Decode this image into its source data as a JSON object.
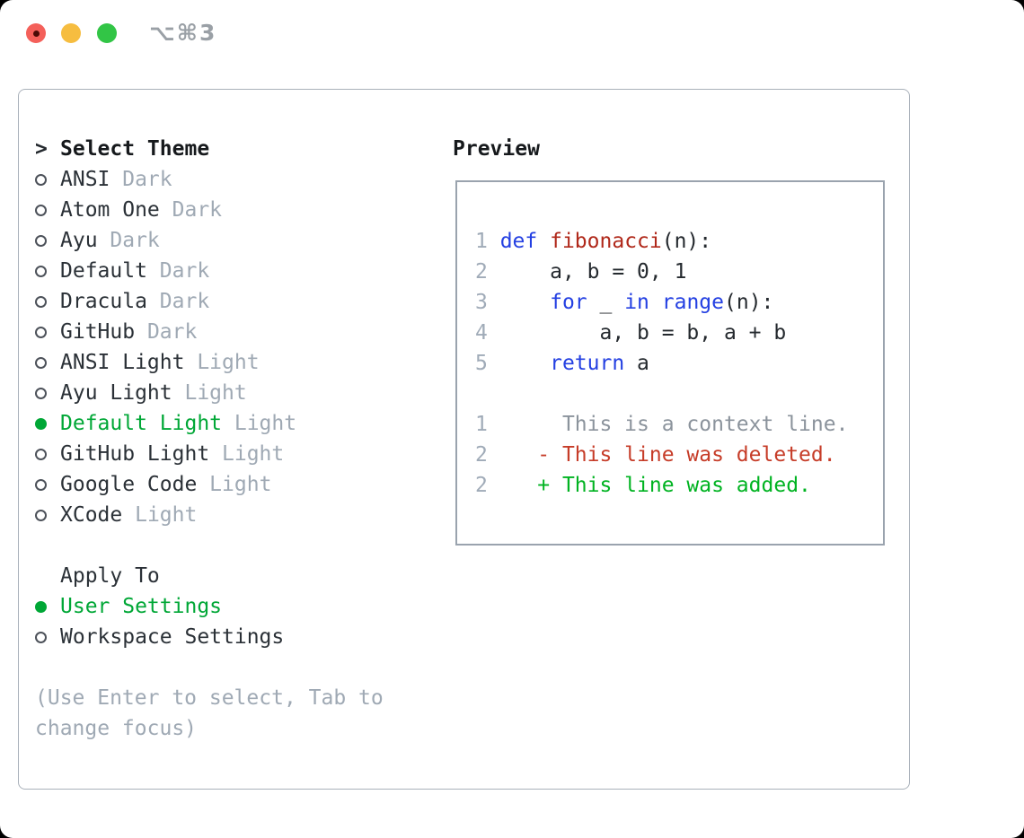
{
  "window": {
    "title": "⌥⌘3"
  },
  "select_theme": {
    "cursor": ">",
    "header": "Select Theme",
    "items": [
      {
        "name": "ANSI",
        "variant": "Dark",
        "selected": false
      },
      {
        "name": "Atom One",
        "variant": "Dark",
        "selected": false
      },
      {
        "name": "Ayu",
        "variant": "Dark",
        "selected": false
      },
      {
        "name": "Default",
        "variant": "Dark",
        "selected": false
      },
      {
        "name": "Dracula",
        "variant": "Dark",
        "selected": false
      },
      {
        "name": "GitHub",
        "variant": "Dark",
        "selected": false
      },
      {
        "name": "ANSI Light",
        "variant": "Light",
        "selected": false
      },
      {
        "name": "Ayu Light",
        "variant": "Light",
        "selected": false
      },
      {
        "name": "Default Light",
        "variant": "Light",
        "selected": true
      },
      {
        "name": "GitHub Light",
        "variant": "Light",
        "selected": false
      },
      {
        "name": "Google Code",
        "variant": "Light",
        "selected": false
      },
      {
        "name": "XCode",
        "variant": "Light",
        "selected": false
      }
    ]
  },
  "apply_to": {
    "header": "Apply To",
    "options": [
      {
        "label": "User Settings",
        "selected": true
      },
      {
        "label": "Workspace Settings",
        "selected": false
      }
    ]
  },
  "hint": "(Use Enter to select, Tab to change focus)",
  "preview": {
    "header": "Preview",
    "lines": [
      [
        {
          "c": "lineno",
          "t": "1 "
        },
        {
          "c": "keyword",
          "t": "def"
        },
        {
          "c": "code",
          "t": " "
        },
        {
          "c": "function",
          "t": "fibonacci"
        },
        {
          "c": "code",
          "t": "(n):"
        }
      ],
      [
        {
          "c": "lineno",
          "t": "2 "
        },
        {
          "c": "code",
          "t": "    a, b = 0, 1"
        }
      ],
      [
        {
          "c": "lineno",
          "t": "3 "
        },
        {
          "c": "code",
          "t": "    "
        },
        {
          "c": "keyword",
          "t": "for"
        },
        {
          "c": "code",
          "t": " _ "
        },
        {
          "c": "keyword",
          "t": "in"
        },
        {
          "c": "code",
          "t": " "
        },
        {
          "c": "keyword",
          "t": "range"
        },
        {
          "c": "code",
          "t": "(n):"
        }
      ],
      [
        {
          "c": "lineno",
          "t": "4 "
        },
        {
          "c": "code",
          "t": "        a, b = b, a + b"
        }
      ],
      [
        {
          "c": "lineno",
          "t": "5 "
        },
        {
          "c": "code",
          "t": "    "
        },
        {
          "c": "keyword",
          "t": "return"
        },
        {
          "c": "code",
          "t": " a"
        }
      ],
      [],
      [
        {
          "c": "lineno",
          "t": "1 "
        },
        {
          "c": "context",
          "t": "     This is a context line."
        }
      ],
      [
        {
          "c": "lineno",
          "t": "2 "
        },
        {
          "c": "code",
          "t": "   "
        },
        {
          "c": "deleted",
          "t": "- This line was deleted."
        }
      ],
      [
        {
          "c": "lineno",
          "t": "2 "
        },
        {
          "c": "code",
          "t": "   "
        },
        {
          "c": "added",
          "t": "+ This line was added."
        }
      ]
    ]
  },
  "colors": {
    "selection_green": "#00a736",
    "added_green": "#00b321",
    "deleted_red": "#c63c28",
    "keyword_blue": "#2440e2",
    "function_red": "#b0281a",
    "muted_gray": "#9fa9b4",
    "border_gray": "#a9b1ba"
  }
}
